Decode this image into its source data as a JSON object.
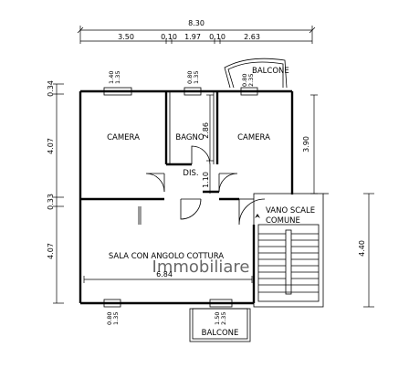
{
  "rooms": {
    "camera_left": "CAMERA",
    "bagno": "BAGNO",
    "camera_right": "CAMERA",
    "dis": "DIS.",
    "sala": "SALA CON ANGOLO COTTURA",
    "vano_scale_line1": "VANO SCALE",
    "vano_scale_line2": "COMUNE",
    "balcone_top": "BALCONE",
    "balcone_bottom": "BALCONE"
  },
  "dimensions": {
    "total_width": "8.30",
    "top_segments": [
      "3.50",
      "0.10",
      "1.97",
      "0.10",
      "2.63"
    ],
    "left_heights": [
      "0.34",
      "4.07",
      "0.33",
      "4.07"
    ],
    "right_height": "4.40",
    "bathroom_height": "2.86",
    "dis_height": "1.10",
    "camera_right_height": "3.90",
    "sala_width": "6.84",
    "window_top_1": [
      "1.40",
      "1.35"
    ],
    "window_top_2": [
      "0.80",
      "1.35"
    ],
    "window_top_3": [
      "0.80",
      "2.35"
    ],
    "window_bottom_1": [
      "0.80",
      "1.35"
    ],
    "window_bottom_2": [
      "1.50",
      "2.35"
    ]
  },
  "watermark": "Immobiliare"
}
